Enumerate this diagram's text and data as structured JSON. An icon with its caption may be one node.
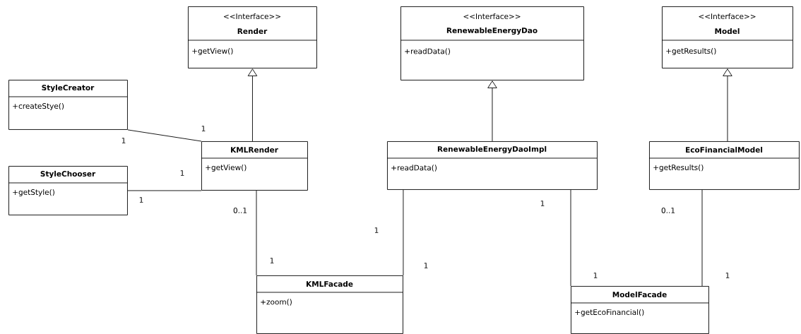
{
  "diagram": {
    "nodes": [
      {
        "text": [
          "<<Interface>>",
          "Render",
          "+getView()"
        ]
      },
      {
        "text": [
          "<<Interface>>",
          "RenewableEnergyDao",
          "+readData()"
        ]
      },
      {
        "text": [
          "<<Interface>>",
          "Model",
          "+getResults()"
        ]
      },
      {
        "text": [
          "StyleCreator",
          "+createStye()"
        ]
      },
      {
        "text": [
          "StyleChooser",
          "+getStyle()"
        ]
      },
      {
        "text": [
          "KMLRender",
          "+getView()"
        ]
      },
      {
        "text": [
          "RenewableEnergyDaoImpl",
          "+readData()"
        ]
      },
      {
        "text": [
          "EcoFinancialModel",
          "+getResults()"
        ]
      },
      {
        "text": [
          "KMLFacade",
          "+zoom()"
        ]
      },
      {
        "text": [
          "ModelFacade",
          "+getEcoFinancial()"
        ]
      }
    ],
    "edges": [
      {
        "from": 5,
        "to": 0,
        "arrow": "to"
      },
      {
        "from": 6,
        "to": 1,
        "arrow": "to"
      },
      {
        "from": 7,
        "to": 2,
        "arrow": "to"
      },
      {
        "from": 3,
        "to": 5,
        "arrow": "none"
      },
      {
        "from": 4,
        "to": 5,
        "arrow": "none"
      },
      {
        "from": 5,
        "to": 8,
        "arrow": "none"
      },
      {
        "from": 6,
        "to": 8,
        "arrow": "none"
      },
      {
        "from": 6,
        "to": 9,
        "arrow": "none"
      },
      {
        "from": 7,
        "to": 9,
        "arrow": "none"
      }
    ],
    "labels": [
      "1",
      "1",
      "1",
      "1",
      "0..1",
      "1",
      "1",
      "0..1",
      "1",
      "1",
      "1",
      "1"
    ]
  }
}
